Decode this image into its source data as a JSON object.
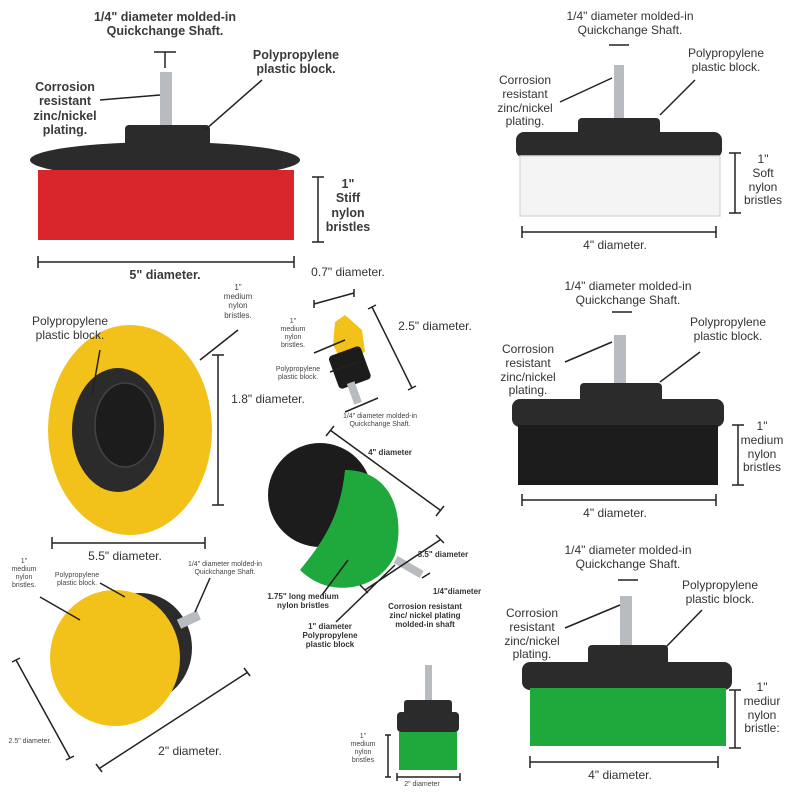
{
  "colors": {
    "red": "#d9262b",
    "white": "#f4f4f4",
    "black": "#1c1c1c",
    "yellow": "#f2c21b",
    "green": "#1fa83c",
    "block": "#2b2b2b",
    "shaft": "#b8bcc0"
  },
  "panels": [
    {
      "id": "red-brush",
      "labels": [
        {
          "lines": [
            "1/4\" diameter molded-in",
            "Quickchange Shaft."
          ]
        },
        {
          "lines": [
            "Polypropylene",
            "plastic block."
          ]
        },
        {
          "lines": [
            "Corrosion",
            "resistant",
            "zinc/nickel",
            "plating."
          ]
        },
        {
          "lines": [
            "1\"",
            "Stiff",
            "nylon",
            "bristles"
          ]
        },
        {
          "lines": [
            "5\" diameter."
          ]
        }
      ]
    },
    {
      "id": "white-brush",
      "labels": [
        {
          "lines": [
            "1/4\" diameter molded-in",
            "Quickchange Shaft."
          ]
        },
        {
          "lines": [
            "Polypropylene",
            "plastic block."
          ]
        },
        {
          "lines": [
            "Corrosion",
            "resistant",
            "zinc/nickel",
            "plating."
          ]
        },
        {
          "lines": [
            "1\"",
            "Soft",
            "nylon",
            "bristles"
          ]
        },
        {
          "lines": [
            "4\" diameter."
          ]
        }
      ]
    },
    {
      "id": "black-brush",
      "labels": [
        {
          "lines": [
            "1/4\" diameter molded-in",
            "Quickchange Shaft."
          ]
        },
        {
          "lines": [
            "Polypropylene",
            "plastic block."
          ]
        },
        {
          "lines": [
            "Corrosion",
            "resistant",
            "zinc/nickel",
            "plating."
          ]
        },
        {
          "lines": [
            "1\"",
            "medium",
            "nylon",
            "bristles"
          ]
        },
        {
          "lines": [
            "4\" diameter."
          ]
        }
      ]
    },
    {
      "id": "green-brush",
      "labels": [
        {
          "lines": [
            "1/4\" diameter molded-in",
            "Quickchange Shaft."
          ]
        },
        {
          "lines": [
            "Polypropylene",
            "plastic block."
          ]
        },
        {
          "lines": [
            "Corrosion",
            "resistant",
            "zinc/nickel",
            "plating."
          ]
        },
        {
          "lines": [
            "1\"",
            "mediur",
            "nylon",
            "bristle:"
          ]
        },
        {
          "lines": [
            "4\" diameter."
          ]
        }
      ]
    },
    {
      "id": "yellow-disc",
      "labels": [
        {
          "lines": [
            "Polypropylene",
            "plastic block."
          ]
        },
        {
          "lines": [
            "1\"",
            "medium",
            "nylon",
            "bristles."
          ]
        },
        {
          "lines": [
            "1.8\" diameter."
          ]
        },
        {
          "lines": [
            "5.5\" diameter."
          ]
        }
      ]
    },
    {
      "id": "yellow-cone",
      "labels": [
        {
          "lines": [
            "0.7\" diameter."
          ]
        },
        {
          "lines": [
            "2.5\" diameter."
          ]
        },
        {
          "lines": [
            "1\"",
            "medium",
            "nylon",
            "bristles."
          ]
        },
        {
          "lines": [
            "Polypropylene",
            "plastic block."
          ]
        },
        {
          "lines": [
            "1/4\" diameter molded-in",
            "Quickchange Shaft."
          ]
        }
      ]
    },
    {
      "id": "drill-ball",
      "labels": [
        {
          "lines": [
            "4\" diameter"
          ]
        },
        {
          "lines": [
            "3.5\" diameter"
          ]
        },
        {
          "lines": [
            "1/4\"diameter"
          ]
        },
        {
          "lines": [
            "1.75\" long medium",
            "nylon bristles"
          ]
        },
        {
          "lines": [
            "1\" diameter",
            "Polypropylene",
            "plastic block"
          ]
        },
        {
          "lines": [
            "Corrosion resistant",
            "zinc/ nickel plating",
            "molded-in shaft"
          ]
        }
      ]
    },
    {
      "id": "yellow-cup",
      "labels": [
        {
          "lines": [
            "1\"",
            "medium",
            "nylon",
            "bristles."
          ]
        },
        {
          "lines": [
            "Polypropylene",
            "plastic block."
          ]
        },
        {
          "lines": [
            "1/4\" diameter molded-in",
            "Quickchange Shaft."
          ]
        },
        {
          "lines": [
            "2.5\" diameter."
          ]
        },
        {
          "lines": [
            "2\" diameter."
          ]
        }
      ]
    },
    {
      "id": "small-green",
      "labels": [
        {
          "lines": [
            "1\"",
            "medium",
            "nylon",
            "bristles"
          ]
        },
        {
          "lines": [
            "2\" diameter"
          ]
        }
      ]
    }
  ]
}
